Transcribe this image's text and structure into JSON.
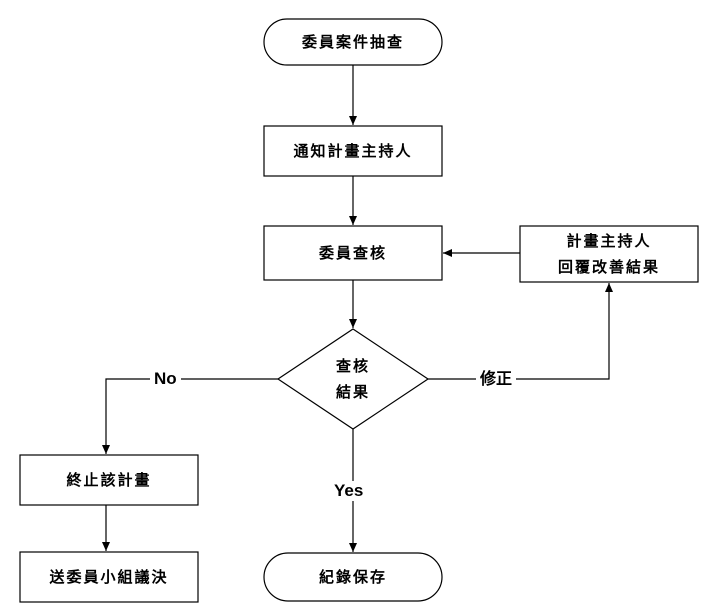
{
  "diagram": {
    "nodes": {
      "start": "委員案件抽查",
      "notify": "通知計畫主持人",
      "review": "委員查核",
      "reply": "計畫主持人\n回覆改善結果",
      "decision": "查核\n結果",
      "terminate": "終止該計畫",
      "committee": "送委員小組議決",
      "archive": "紀錄保存"
    },
    "edges": {
      "no": "No",
      "yes": "Yes",
      "revise": "修正"
    }
  }
}
